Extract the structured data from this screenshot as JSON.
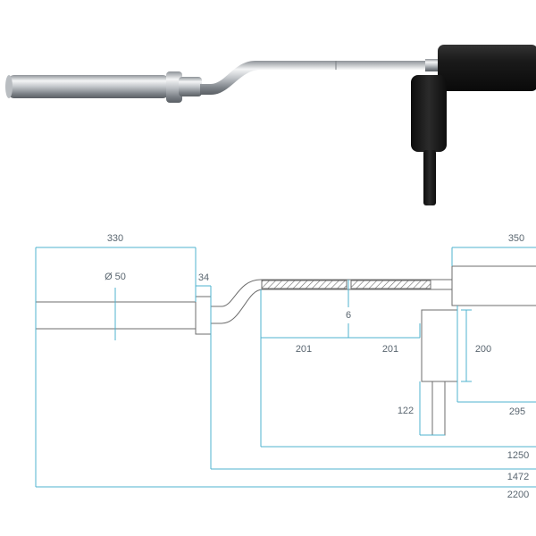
{
  "product": {
    "photo_alt": "Curl barbell with pull handle and fixed grip sleeve",
    "colors": {
      "chrome": "#c9cdd1",
      "rubber": "#151515",
      "dimension_line": "#4fb3cf",
      "drawing_stroke": "#6d6d6d",
      "label": "#5a6670"
    }
  },
  "drawing": {
    "dimensions": {
      "sleeve_length": "330",
      "sleeve_diameter": "Ø 50",
      "collar_width": "34",
      "grip_height": "6",
      "knurl_left": "201",
      "knurl_right": "201",
      "handle_length": "350",
      "block_height": "200",
      "pin_length": "122",
      "handle_drop": "295",
      "bar_to_handle": "1250",
      "collar_to_end": "1472",
      "total_length": "2200"
    }
  }
}
